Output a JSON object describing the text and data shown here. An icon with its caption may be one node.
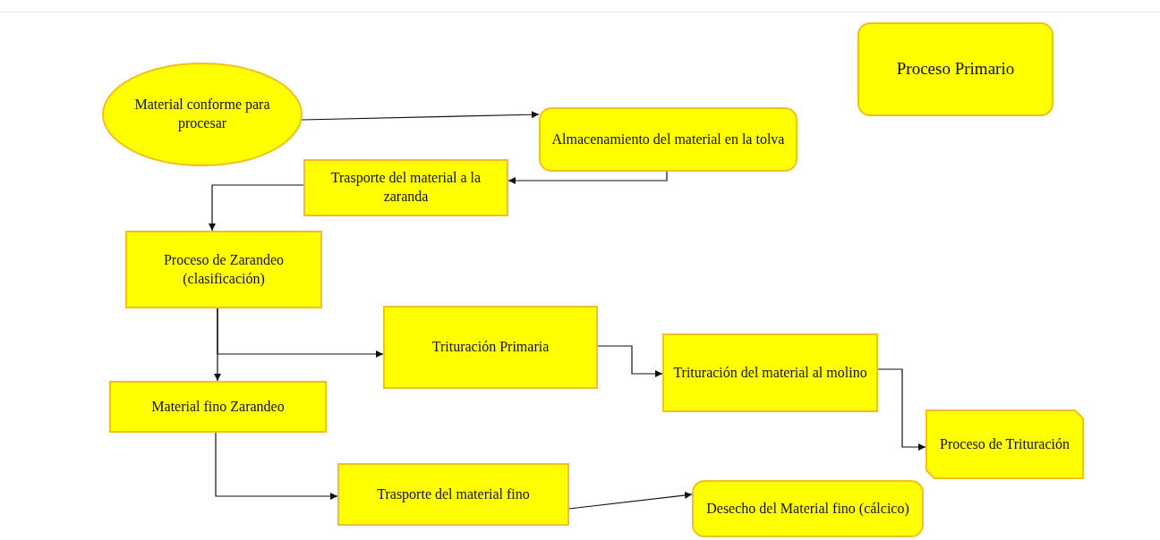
{
  "diagram": {
    "nodes": [
      {
        "text": [
          "Proceso Primario"
        ]
      },
      {
        "text": [
          "Material conforme para procesar"
        ]
      },
      {
        "text": [
          "Almacenamiento del material en la tolva"
        ]
      },
      {
        "text": [
          "Trasporte del material a la zaranda"
        ]
      },
      {
        "text": [
          "Proceso de Zarandeo (clasificación)"
        ]
      },
      {
        "text": [
          "Trituración Primaria"
        ]
      },
      {
        "text": [
          "Trituración del material al molino"
        ]
      },
      {
        "text": [
          "Material fino Zarandeo"
        ]
      },
      {
        "text": [
          "Proceso de Trituración"
        ]
      },
      {
        "text": [
          "Trasporte del material fino"
        ]
      },
      {
        "text": [
          "Desecho del Material fino (cálcico)"
        ]
      }
    ],
    "edges": [
      {
        "from": 1,
        "to": 2,
        "arrow": "to"
      },
      {
        "from": 2,
        "to": 3,
        "arrow": "to"
      },
      {
        "from": 3,
        "to": 4,
        "arrow": "to"
      },
      {
        "from": 4,
        "to": 7,
        "arrow": "to"
      },
      {
        "from": 4,
        "to": 5,
        "arrow": "to"
      },
      {
        "from": 5,
        "to": 6,
        "arrow": "to"
      },
      {
        "from": 6,
        "to": 8,
        "arrow": "to"
      },
      {
        "from": 7,
        "to": 9,
        "arrow": "to"
      },
      {
        "from": 9,
        "to": 10,
        "arrow": "to"
      }
    ]
  }
}
